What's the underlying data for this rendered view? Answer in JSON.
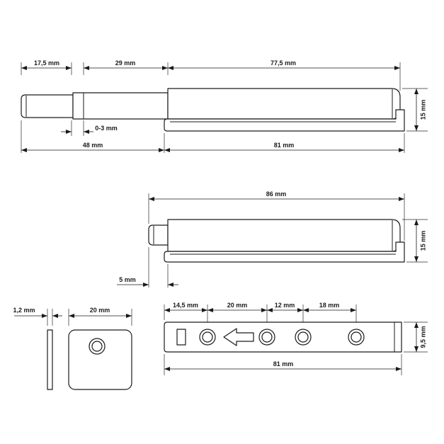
{
  "view_extended": {
    "tip_length": "17,5 mm",
    "rod_length": "29 mm",
    "body_length": "77,5 mm",
    "travel": "0-3 mm",
    "front_length": "48 mm",
    "base_length": "81 mm",
    "height": "15 mm"
  },
  "view_retracted": {
    "total_length": "86 mm",
    "height": "15 mm",
    "tip_length": "5 mm"
  },
  "plate_side": {
    "thickness": "1,2 mm"
  },
  "plate_front": {
    "width": "20 mm"
  },
  "base_top": {
    "offset_1": "14,5 mm",
    "offset_2": "20 mm",
    "offset_3": "12 mm",
    "offset_4": "18 mm",
    "width": "9,5 mm",
    "length": "81 mm"
  },
  "colors": {
    "line": "#1a1a1a",
    "background": "#ffffff"
  }
}
